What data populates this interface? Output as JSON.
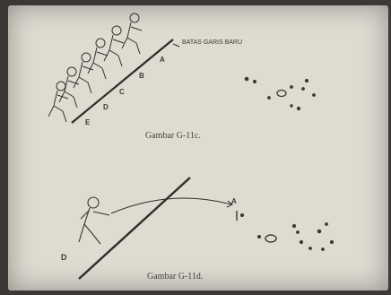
{
  "figure_top": {
    "baseline_label": "BATAS GARIS BARU",
    "line_letters": [
      "A",
      "B",
      "C",
      "D",
      "E"
    ],
    "caption": "Gambar G-11c."
  },
  "figure_bottom": {
    "player_letter": "D",
    "target_letter": "A",
    "caption": "Gambar G-11d."
  }
}
